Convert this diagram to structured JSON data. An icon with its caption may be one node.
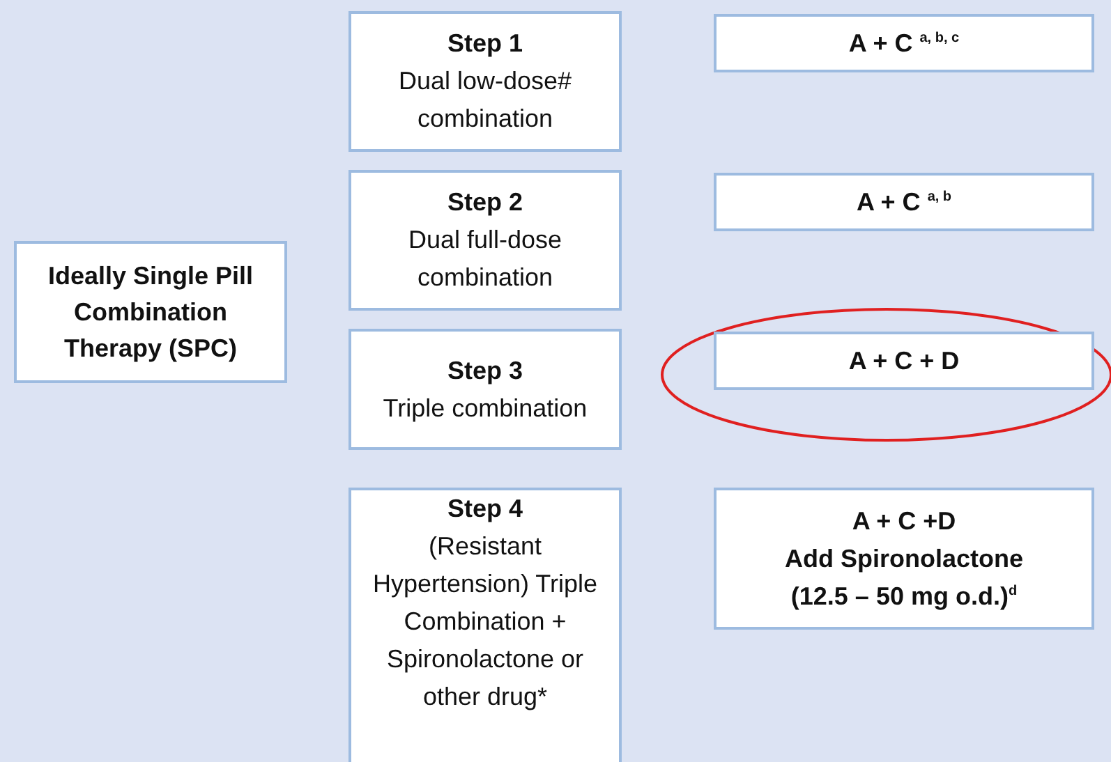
{
  "diagram": {
    "nodes": [
      {
        "text": [
          "Ideally Single Pill Combination Therapy (SPC)"
        ]
      },
      {
        "text": [
          "Step 1",
          "Dual low-dose# combination"
        ]
      },
      {
        "text": [
          "Step 2",
          "Dual full-dose combination"
        ]
      },
      {
        "text": [
          "Step 3",
          "Triple combination"
        ]
      },
      {
        "text": [
          "Step 4",
          "(Resistant Hypertension) Triple Combination + Spironolactone or other drug*"
        ]
      },
      {
        "text": [
          "A + C $^{a, b, c}$"
        ]
      },
      {
        "text": [
          "A + C $^{a, b}$"
        ]
      },
      {
        "text": [
          "A + C + D"
        ]
      },
      {
        "text": [
          "A + C +D",
          "Add Spironolactone",
          "(12.5 – 50 mg o.d.)$^{d}$"
        ]
      }
    ]
  }
}
